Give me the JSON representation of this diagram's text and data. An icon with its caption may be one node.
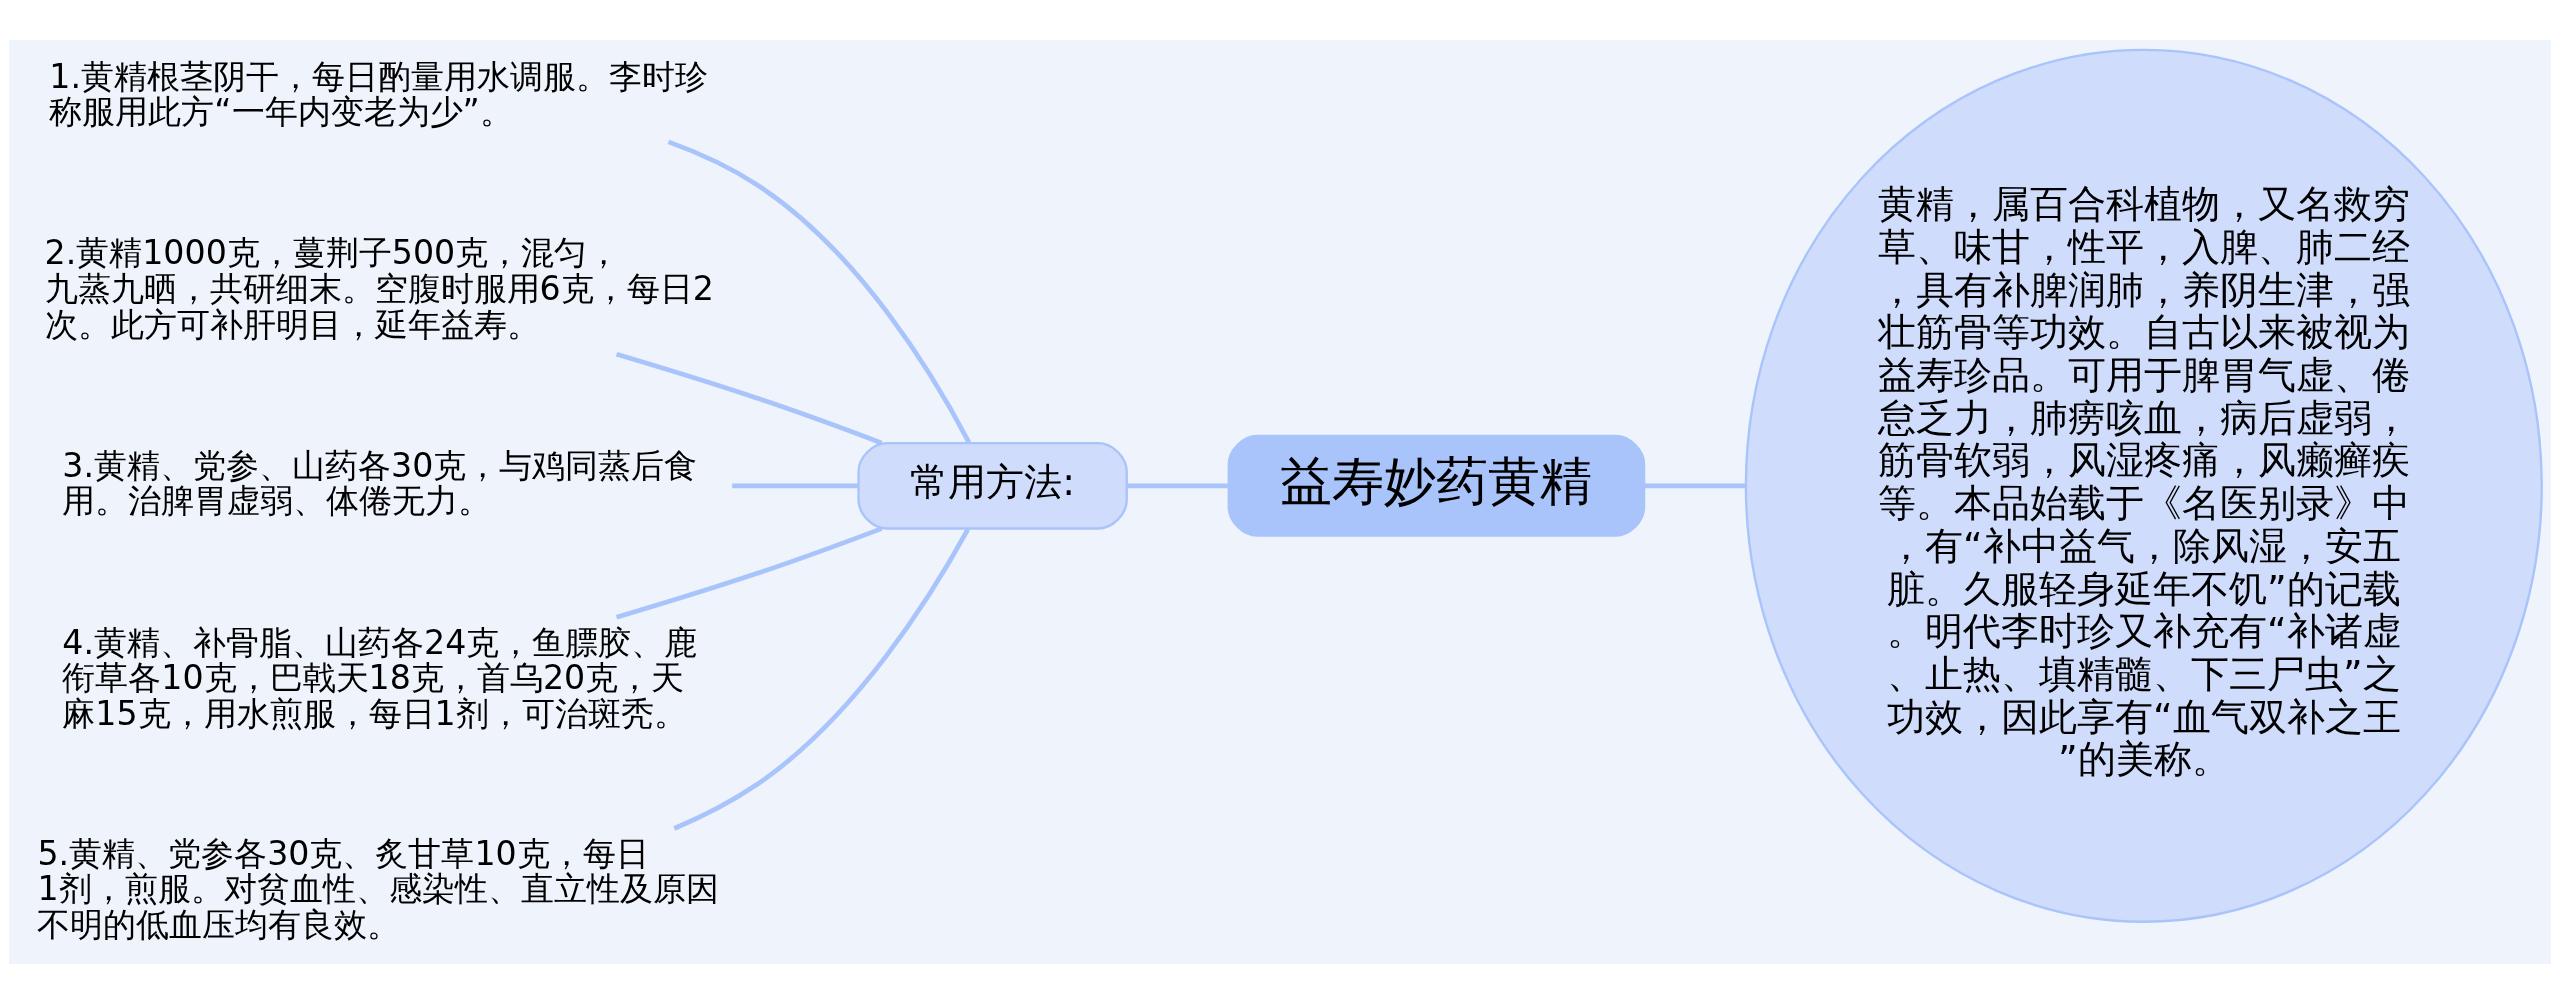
{
  "diagram": {
    "nodes": [
      {
        "text": [
          "益寿妙药黄精"
        ]
      },
      {
        "text": [
          "黄精，属百合科植物，又名救穷草、味甘，性平，入脾、肺二经，具有补脾润肺，养阴生津，强壮筋骨等功效。自古以来被视为益寿珍品。可用于脾胃气虚、倦怠乏力，肺痨咳血，病后虚弱，筋骨软弱，风湿疼痛，风癞癣疾等。本品始载于《名医别录》中，有“补中益气，除风湿，安五脏。久服轻身延年不饥”的记载。明代李时珍又补充有“补诸虚、止热、填精髓、下三尸虫”之功效，因此享有“血气双补之王”的美称。"
        ]
      },
      {
        "text": [
          "常用方法:"
        ]
      },
      {
        "text": [
          "1.黄精根茎阴干，每日酌量用水调服。李时珍称服用此方“一年内变老为少”。"
        ]
      },
      {
        "text": [
          "2.黄精1000克，蔓荆子500克，混匀，九蒸九晒，共研细末。空腹时服用6克，每日2次。此方可补肝明目，延年益寿。"
        ]
      },
      {
        "text": [
          "3.黄精、党参、山药各30克，与鸡同蒸后食用。治脾胃虚弱、体倦无力。"
        ]
      },
      {
        "text": [
          "4.黄精、补骨脂、山药各24克，鱼膘胶、鹿衔草各10克，巴戟天18克，首乌20克，天麻15克，用水煎服，每日1剂，可治斑秃。"
        ]
      },
      {
        "text": [
          "5.黄精、党参各30克、炙甘草10克，每日1剂，煎服。对贫血性、感染性、直立性及原因不明的低血压均有良效。"
        ]
      }
    ],
    "edges": [
      {
        "from": 0,
        "to": 1,
        "arrow": "none"
      },
      {
        "from": 0,
        "to": 2,
        "arrow": "none"
      },
      {
        "from": 2,
        "to": 3,
        "arrow": "none"
      },
      {
        "from": 2,
        "to": 4,
        "arrow": "none"
      },
      {
        "from": 2,
        "to": 5,
        "arrow": "none"
      },
      {
        "from": 2,
        "to": 6,
        "arrow": "none"
      },
      {
        "from": 2,
        "to": 7,
        "arrow": "none"
      }
    ]
  }
}
